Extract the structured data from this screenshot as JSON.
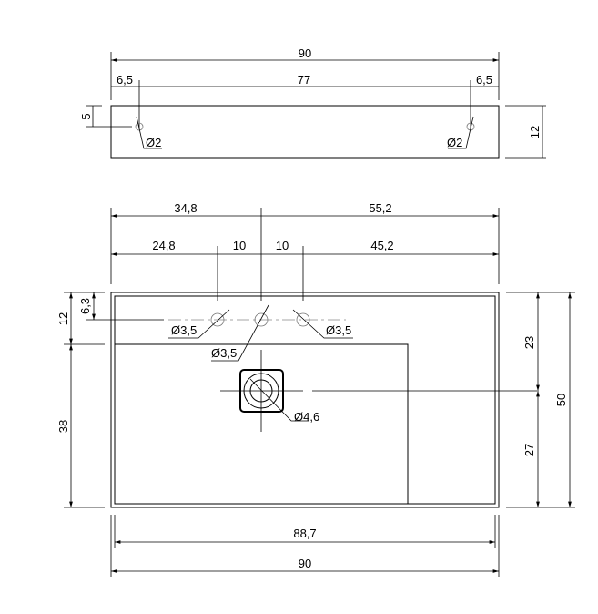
{
  "top_view": {
    "overall_width": "90",
    "hole_offset_left": "6,5",
    "hole_spacing": "77",
    "hole_offset_right": "6,5",
    "hole_depth": "5",
    "thickness": "12",
    "hole_left_diameter": "Ø2",
    "hole_right_diameter": "Ø2"
  },
  "plan_view": {
    "dim_center_left": "34,8",
    "dim_center_right": "55,2",
    "dim_hole_left": "24,8",
    "dim_hole_gap_1": "10",
    "dim_hole_gap_2": "10",
    "dim_hole_right": "45,2",
    "dim_rim_depth": "12",
    "dim_hole_row": "6,3",
    "dim_basin_depth": "38",
    "dim_drain_top": "23",
    "dim_drain_bottom": "27",
    "dim_total_depth": "50",
    "dim_inner_width": "88,7",
    "dim_total_width": "90",
    "hole_left_diameter": "Ø3,5",
    "hole_center_diameter": "Ø3,5",
    "hole_right_diameter": "Ø3,5",
    "drain_diameter": "Ø4,6"
  }
}
